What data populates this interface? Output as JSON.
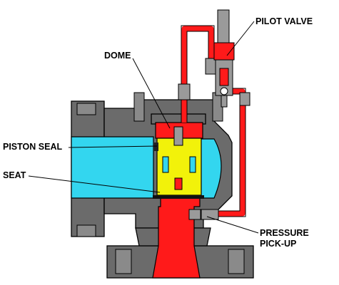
{
  "labels": {
    "pilot_valve": "PILOT VALVE",
    "dome": "DOME",
    "piston_seal": "PISTON SEAL",
    "seat": "SEAT",
    "pressure_pickup_line1": "PRESSURE",
    "pressure_pickup_line2": "PICK-UP"
  },
  "colors": {
    "body": "#6b6b6b",
    "inlet": "#ff1a1a",
    "outlet": "#33d6ef",
    "piston": "#f2f20a",
    "line": "#000000"
  }
}
